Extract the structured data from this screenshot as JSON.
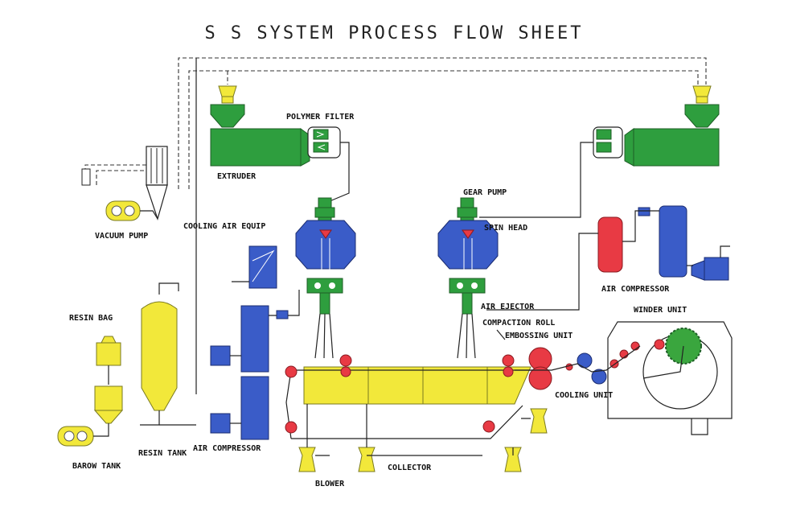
{
  "title": "S S SYSTEM PROCESS FLOW SHEET",
  "labels": {
    "polymer_filter": "POLYMER FILTER",
    "extruder": "EXTRUDER",
    "vacuum_pump": "VACUUM PUMP",
    "cooling_air_equip": "COOLING AIR EQUIP",
    "gear_pump": "GEAR PUMP",
    "spin_head": "SPIN HEAD",
    "air_compressor_right": "AIR COMPRESSOR",
    "resin_bag": "RESIN BAG",
    "air_ejector": "AIR EJECTOR",
    "compaction_roll": "COMPACTION ROLL",
    "winder_unit": "WINDER UNIT",
    "embossing_unit": "EMBOSSING UNIT",
    "cooling_unit": "COOLING UNIT",
    "resin_tank": "RESIN TANK",
    "barow_tank": "BAROW TANK",
    "air_compressor_left": "AIR COMPRESSOR",
    "collector": "COLLECTOR",
    "blower": "BLOWER"
  },
  "colors": {
    "extruder": "#2e9e3e",
    "tank": "#f2e83a",
    "cooling": "#3a5cc8",
    "roll": "#e83a44"
  }
}
